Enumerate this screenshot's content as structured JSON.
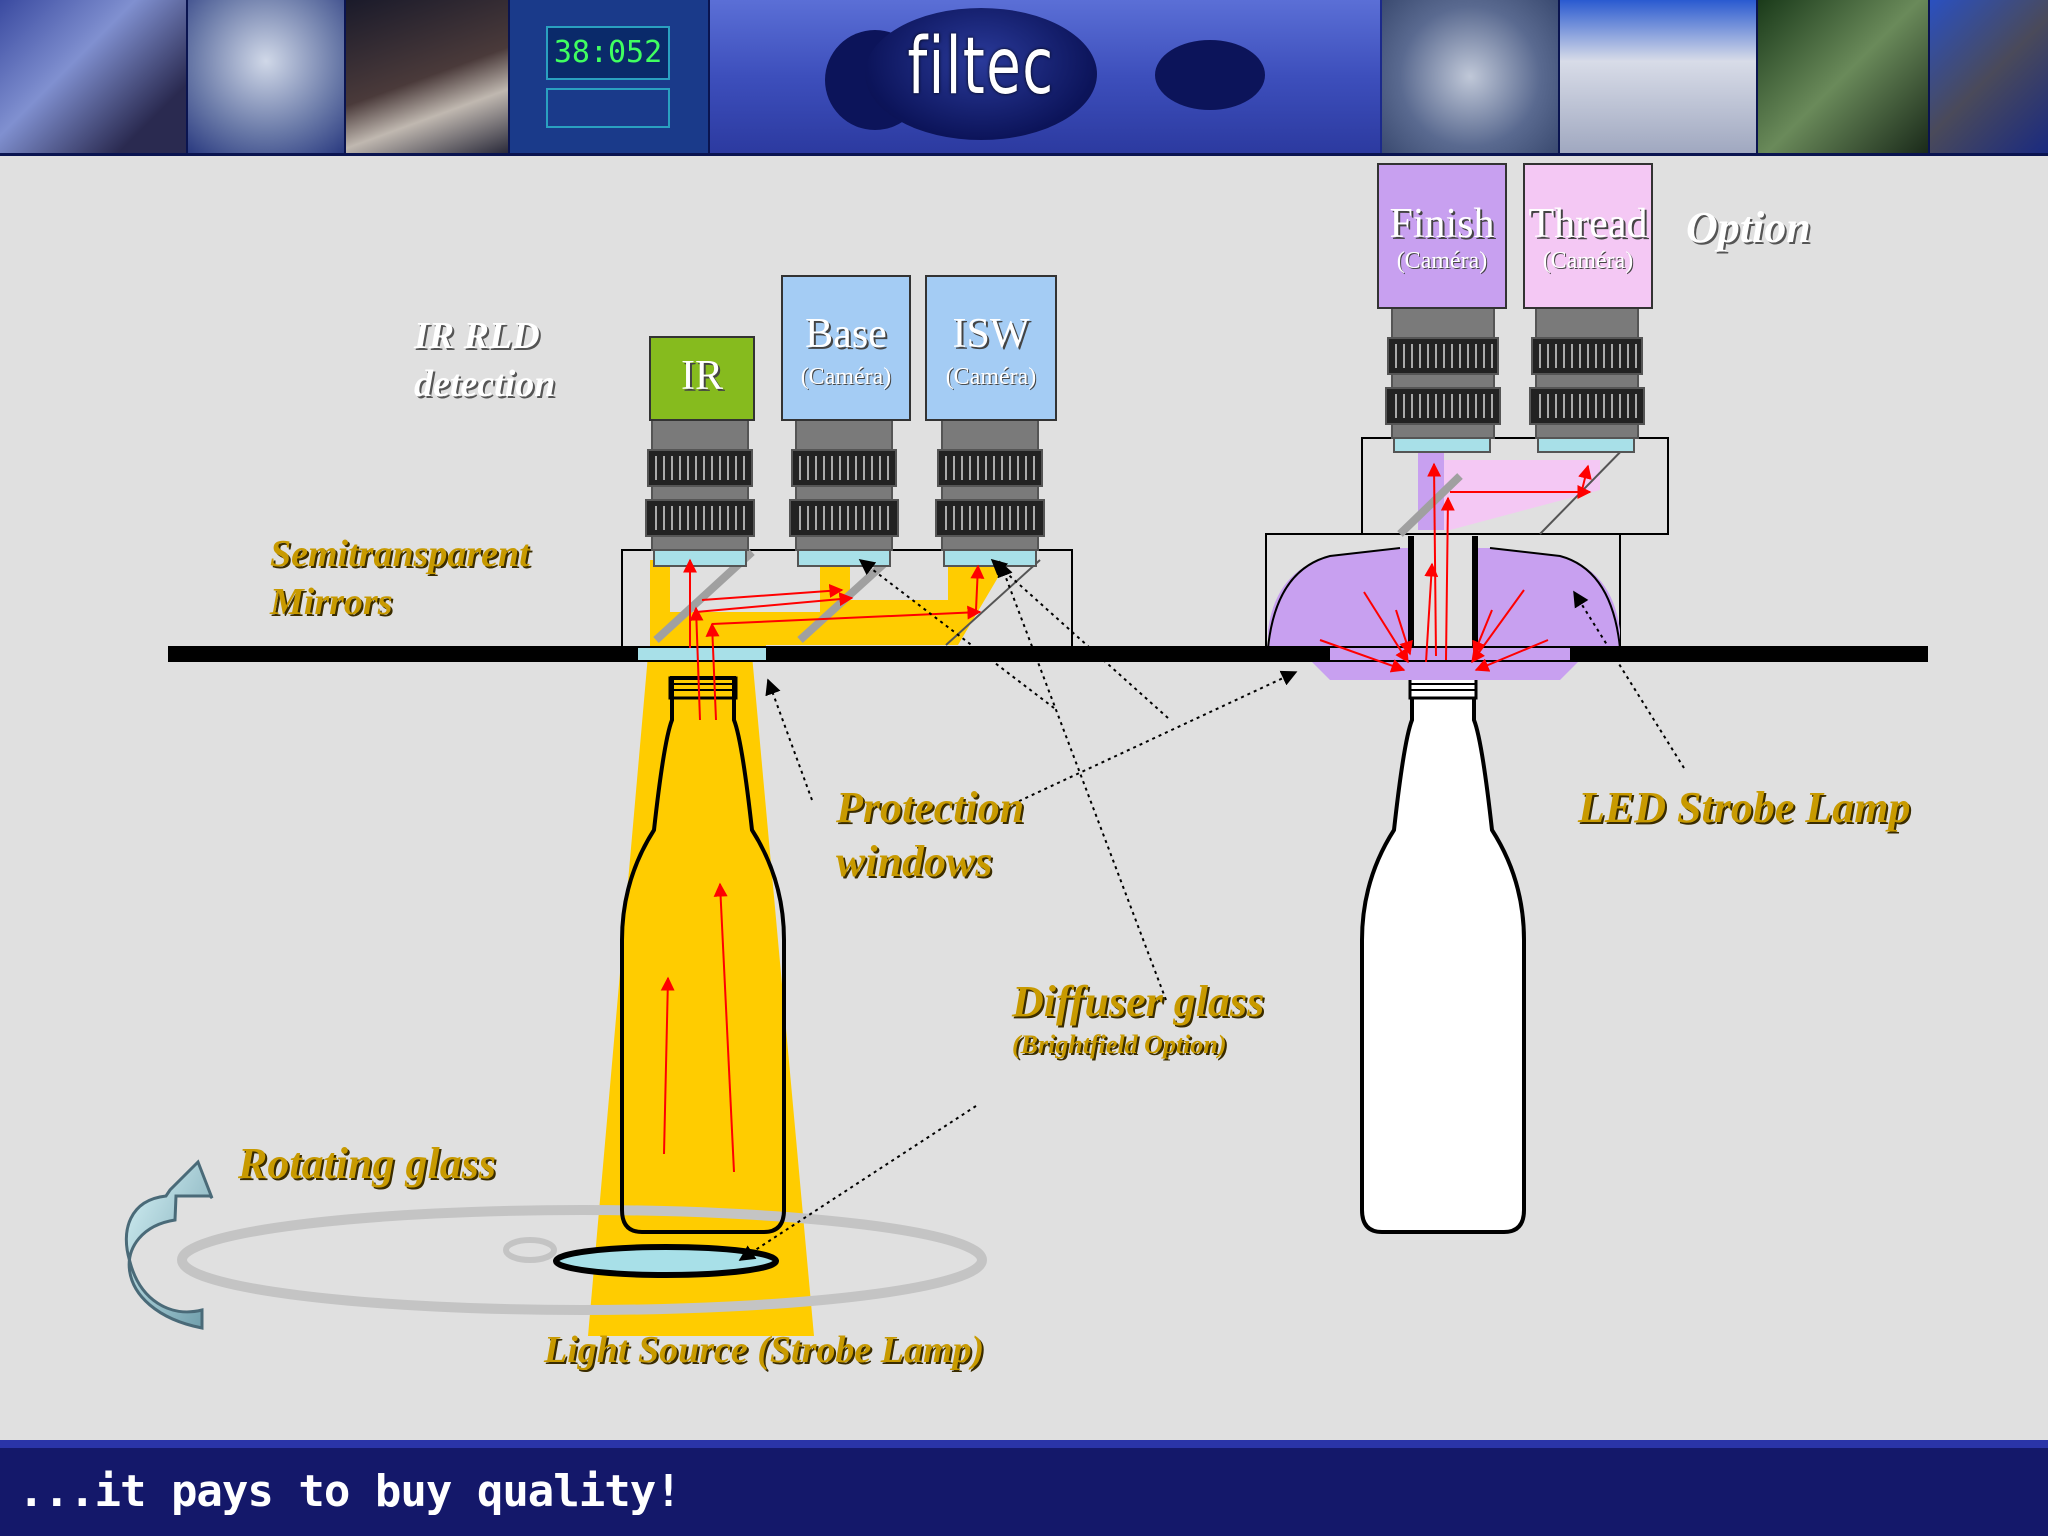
{
  "header": {
    "logo_text": "filtec",
    "display_readout": "38:052"
  },
  "cameras": {
    "ir": {
      "title": "IR"
    },
    "base": {
      "title": "Base",
      "sub": "(Caméra)"
    },
    "isw": {
      "title": "ISW",
      "sub": "(Caméra)"
    },
    "finish": {
      "title": "Finish",
      "sub": "(Caméra)"
    },
    "thread": {
      "title": "Thread",
      "sub": "(Caméra)"
    }
  },
  "labels": {
    "option": "Option",
    "ir_rld_line1": "IR RLD",
    "ir_rld_line2": "detection",
    "mirrors_line1": "Semitransparent",
    "mirrors_line2": "Mirrors",
    "protection_line1": "Protection",
    "protection_line2": "windows",
    "led_strobe": "LED Strobe Lamp",
    "diffuser": "Diffuser glass",
    "diffuser_sub": "(Brightfield Option)",
    "rotating_glass": "Rotating glass",
    "light_source": "Light Source (Strobe Lamp)"
  },
  "footer": {
    "tagline": "...it pays to buy quality!"
  },
  "colors": {
    "header_bg": "#1c2a8a",
    "footer_bg": "#14186a",
    "label_gold": "#c89a00",
    "light_beam": "#ffcc00",
    "ir_camera": "#86bb1e",
    "base_camera": "#a4ccf4",
    "finish_camera": "#c8a0f0",
    "thread_camera": "#f4c8f4",
    "ray": "#ff0000"
  }
}
